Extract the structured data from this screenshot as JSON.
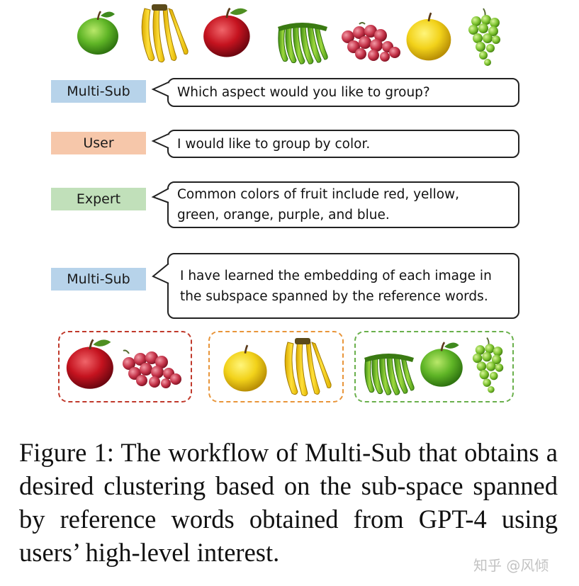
{
  "roles": {
    "multi_sub_1": "Multi-Sub",
    "user": "User",
    "expert": "Expert",
    "multi_sub_2": "Multi-Sub"
  },
  "messages": {
    "question": "Which aspect would you like to group?",
    "answer": "I would like to group by color.",
    "expert_line1": "Common colors of fruit include red, yellow,",
    "expert_line2": "green, orange, purple, and blue.",
    "result_line1": "I have learned the embedding of each image in",
    "result_line2": "the subspace spanned by the reference words."
  },
  "colors": {
    "multi_sub": "#b7d3ea",
    "user": "#f6c7aa",
    "expert": "#c1e0ba",
    "group_red": "#c0392b",
    "group_orange": "#e8953a",
    "group_green": "#6ab04c"
  },
  "fruits_top": [
    "green-apple",
    "banana-bunch",
    "red-apple",
    "green-banana-bunch",
    "red-grapes",
    "yellow-apple",
    "green-grapes"
  ],
  "groups": [
    {
      "name": "red",
      "items": [
        "red-apple",
        "red-grapes"
      ]
    },
    {
      "name": "yellow",
      "items": [
        "yellow-apple",
        "banana-bunch"
      ]
    },
    {
      "name": "green",
      "items": [
        "green-banana-bunch",
        "green-apple",
        "green-grapes"
      ]
    }
  ],
  "caption": "Figure 1:  The workflow of Multi-Sub that obtains a desired clustering based on the sub-space spanned by reference words obtained from GPT-4 using users’ high-level interest.",
  "watermark": "知乎 @风倾"
}
